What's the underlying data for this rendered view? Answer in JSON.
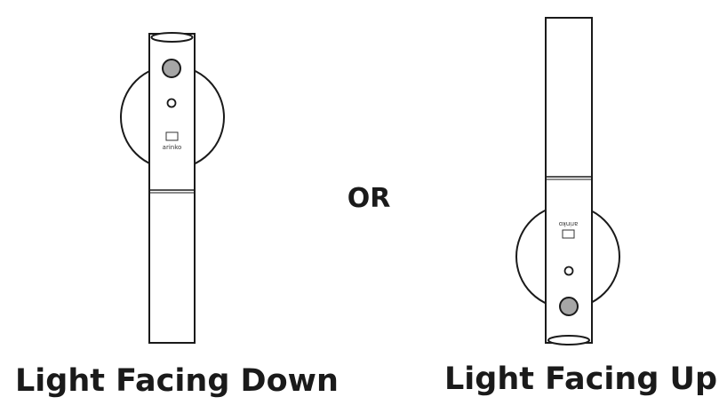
{
  "diagram": {
    "separator": "OR",
    "captions": {
      "down": "Light Facing Down",
      "up": "Light Facing Up"
    },
    "brand_mark": "arinko"
  },
  "colors": {
    "stroke": "#1a1a1a",
    "sensor_fill": "#a6a6a6",
    "background": "#ffffff"
  }
}
